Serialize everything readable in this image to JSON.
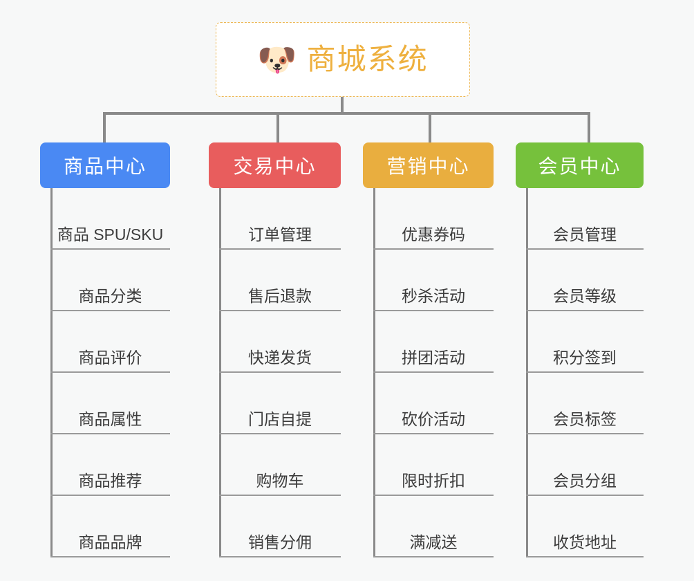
{
  "root": {
    "icon": "dog-face-emoji",
    "icon_glyph": "🐶",
    "title": "商城系统",
    "border_color": "#edb856",
    "text_color": "#eeb03f",
    "background": "#ffffff"
  },
  "canvas": {
    "background": "#f7f8f8",
    "connector_color": "#8a8a8a"
  },
  "columns": [
    {
      "id": "product-center",
      "header": "商品中心",
      "color": "#4a89f3",
      "items": [
        "商品 SPU/SKU",
        "商品分类",
        "商品评价",
        "商品属性",
        "商品推荐",
        "商品品牌"
      ]
    },
    {
      "id": "trade-center",
      "header": "交易中心",
      "color": "#e85d5d",
      "items": [
        "订单管理",
        "售后退款",
        "快递发货",
        "门店自提",
        "购物车",
        "销售分佣"
      ]
    },
    {
      "id": "marketing-center",
      "header": "营销中心",
      "color": "#e9ae3f",
      "items": [
        "优惠券码",
        "秒杀活动",
        "拼团活动",
        "砍价活动",
        "限时折扣",
        "满减送"
      ]
    },
    {
      "id": "member-center",
      "header": "会员中心",
      "color": "#76c13c",
      "items": [
        "会员管理",
        "会员等级",
        "积分签到",
        "会员标签",
        "会员分组",
        "收货地址"
      ]
    }
  ]
}
